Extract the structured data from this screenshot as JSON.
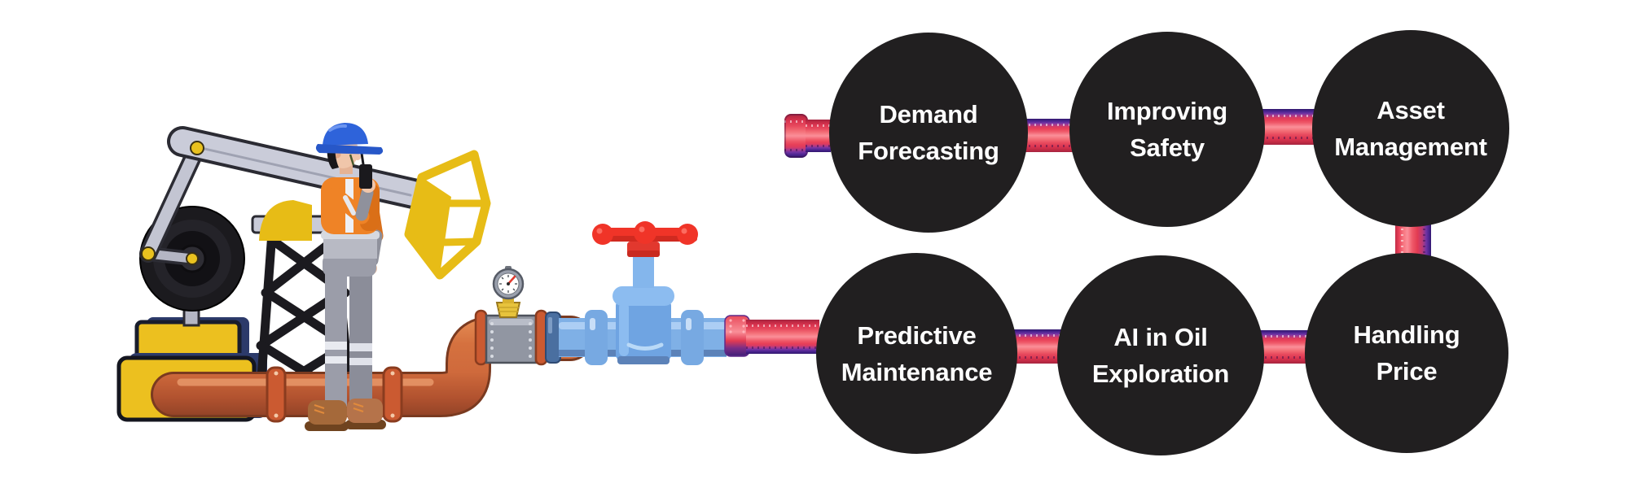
{
  "page": {
    "background_color": "#ffffff",
    "kind": "infographic"
  },
  "diagram": {
    "node_style": {
      "fill": "#211f20",
      "text_color": "#ffffff"
    },
    "connector_colors": {
      "red": "#e23b52",
      "pink": "#fb8f99",
      "purple": "#42207b",
      "dark_red": "#b82840"
    },
    "nodes": [
      {
        "id": "demand-forecasting",
        "lines": [
          "Demand",
          "Forecasting"
        ]
      },
      {
        "id": "improving-safety",
        "lines": [
          "Improving",
          "Safety"
        ]
      },
      {
        "id": "asset-management",
        "lines": [
          "Asset",
          "Management"
        ]
      },
      {
        "id": "predictive-maintenance",
        "lines": [
          "Predictive",
          "Maintenance"
        ]
      },
      {
        "id": "ai-in-oil-exploration",
        "lines": [
          "AI in Oil",
          "Exploration"
        ]
      },
      {
        "id": "handling-price",
        "lines": [
          "Handling",
          "Price"
        ]
      }
    ]
  },
  "illustration": {
    "scene": "oil-field-3d",
    "elements": [
      "oil-pump-jack-icon",
      "samson-post-tower-icon",
      "counterweight-wheel-icon",
      "horsehead-icon",
      "oil-worker-icon",
      "hard-hat-icon",
      "walkie-talkie-icon",
      "orange-pipeline-icon",
      "pipe-flange-icon",
      "pressure-gauge-icon",
      "gate-valve-icon",
      "valve-handwheel-icon",
      "pixel-pipe-icon"
    ],
    "colors": {
      "pipeline_orange": "#cf6a3c",
      "machine_yellow": "#ecc01f",
      "steel_gray": "#c9cbd8",
      "frame_black": "#1b1a1f",
      "valve_blue": "#7fb0e6",
      "handwheel_red": "#f03428",
      "helmet_blue": "#2e63da",
      "vest_orange": "#ef8326",
      "pants_gray": "#9b9da9",
      "boot_brown": "#a5693a",
      "gauge_face": "#ffffff",
      "gauge_needle": "#e03a2e"
    }
  }
}
